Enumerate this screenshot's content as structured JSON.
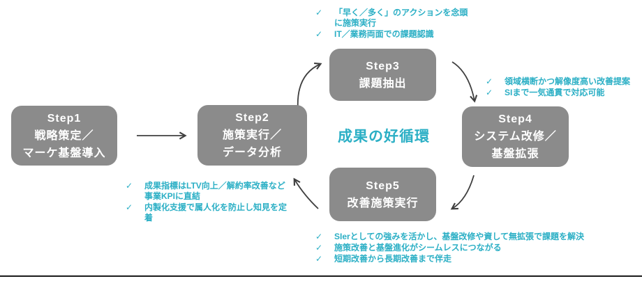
{
  "colors": {
    "box_gray": "#8b8b8b",
    "box_text": "#ffffff",
    "accent_teal": "#2bafc5",
    "arrow_gray": "#3f3f3f",
    "bottom_rule": "#1a1a1a"
  },
  "icons": {
    "check": "✓"
  },
  "center": {
    "label": "成果の好循環"
  },
  "steps": [
    {
      "title": "Step1",
      "line1": "戦略策定／",
      "line2": "マーケ基盤導入"
    },
    {
      "title": "Step2",
      "line1": "施策実行／",
      "line2": "データ分析"
    },
    {
      "title": "Step3",
      "line1": "課題抽出"
    },
    {
      "title": "Step4",
      "line1": "システム改修／",
      "line2": "基盤拡張"
    },
    {
      "title": "Step5",
      "line1": "改善施策実行"
    }
  ],
  "notes": {
    "step3": {
      "items": [
        "「早く／多く」のアクションを念頭に施策実行",
        "IT／業務両面での課題認識"
      ]
    },
    "step4": {
      "items": [
        "領域横断かつ解像度高い改善提案",
        "SIまで一気通貫で対応可能"
      ]
    },
    "step2": {
      "items": [
        "成果指標はLTV向上／解約率改善など事業KPIに直結",
        "内製化支援で属人化を防止し知見を定着"
      ]
    },
    "step5": {
      "items": [
        "SIerとしての強みを活かし、基盤改修や資して無拡張で課題を解決",
        "施策改善と基盤進化がシームレスにつながる",
        "短期改善から長期改善まで伴走"
      ]
    }
  }
}
